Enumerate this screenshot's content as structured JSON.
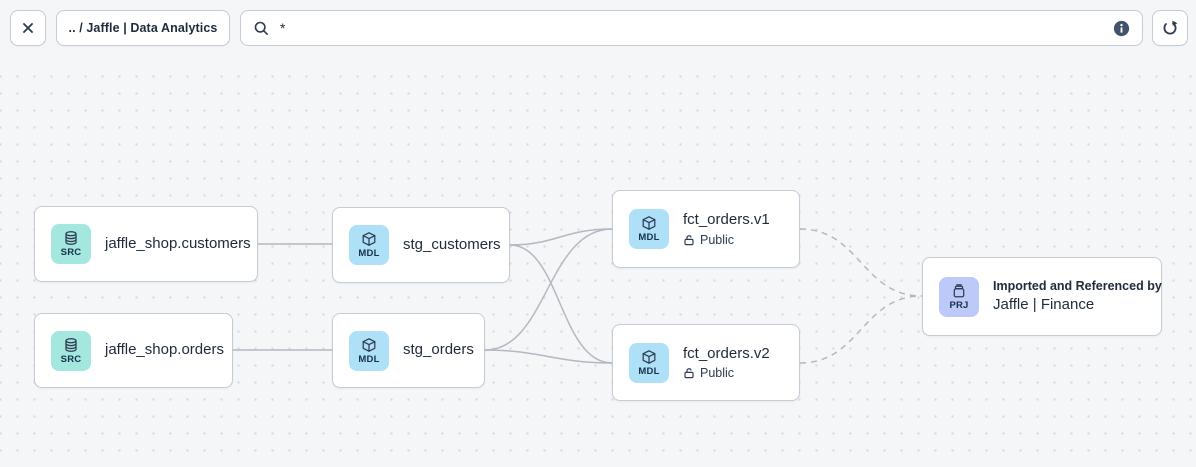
{
  "toolbar": {
    "breadcrumb": ".. / Jaffle | Data Analytics",
    "search_value": "*",
    "close_icon": "x-icon",
    "search_icon": "search-icon",
    "info_icon": "info-icon",
    "refresh_icon": "refresh-icon"
  },
  "colors": {
    "canvas_bg": "#f4f6f8",
    "dot": "#d6d9de",
    "node_border": "#c6ccd4",
    "edge": "#b2b9c2",
    "text": "#212c3b",
    "src_badge": "#a3e7df",
    "mdl_badge": "#aee0f8",
    "prj_badge": "#bdc9f8"
  },
  "graph": {
    "nodes": [
      {
        "badge": "SRC",
        "title": "jaffle_shop.customers"
      },
      {
        "badge": "SRC",
        "title": "jaffle_shop.orders"
      },
      {
        "badge": "MDL",
        "title": "stg_customers"
      },
      {
        "badge": "MDL",
        "title": "stg_orders"
      },
      {
        "badge": "MDL",
        "title": "fct_orders.v1",
        "access": "Public"
      },
      {
        "badge": "MDL",
        "title": "fct_orders.v2",
        "access": "Public"
      },
      {
        "badge": "PRJ",
        "subtitle": "Imported and Referenced by",
        "title": "Jaffle | Finance"
      }
    ],
    "edges": [
      {
        "from": "jaffle_shop.customers",
        "to": "stg_customers",
        "style": "solid"
      },
      {
        "from": "jaffle_shop.orders",
        "to": "stg_orders",
        "style": "solid"
      },
      {
        "from": "stg_customers",
        "to": "fct_orders.v1",
        "style": "solid"
      },
      {
        "from": "stg_customers",
        "to": "fct_orders.v2",
        "style": "solid"
      },
      {
        "from": "stg_orders",
        "to": "fct_orders.v1",
        "style": "solid"
      },
      {
        "from": "stg_orders",
        "to": "fct_orders.v2",
        "style": "solid"
      },
      {
        "from": "fct_orders.v1",
        "to": "Jaffle | Finance",
        "style": "dashed"
      },
      {
        "from": "fct_orders.v2",
        "to": "Jaffle | Finance",
        "style": "dashed"
      }
    ]
  }
}
